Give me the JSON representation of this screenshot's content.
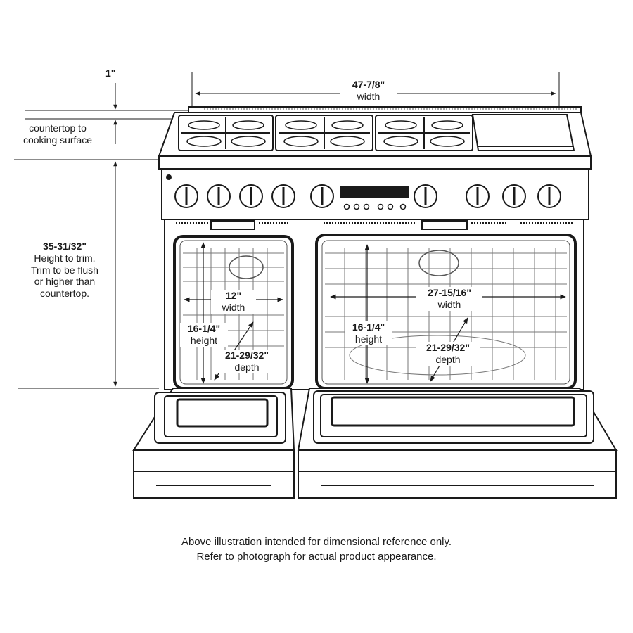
{
  "dimensions": {
    "top_clearance": "1\"",
    "overall_width": {
      "value": "47-7/8\"",
      "label": "width"
    },
    "countertop_to_cooking_surface": [
      "countertop to",
      "cooking surface"
    ],
    "height_to_trim": {
      "value": "35-31/32\"",
      "notes": [
        "Height to trim.",
        "Trim to be flush",
        "or higher than",
        "countertop."
      ]
    },
    "small_oven": {
      "width": {
        "value": "12\"",
        "label": "width"
      },
      "height": {
        "value": "16-1/4\"",
        "label": "height"
      },
      "depth": {
        "value": "21-29/32\"",
        "label": "depth"
      }
    },
    "large_oven": {
      "width": {
        "value": "27-15/16\"",
        "label": "width"
      },
      "height": {
        "value": "16-1/4\"",
        "label": "height"
      },
      "depth": {
        "value": "21-29/32\"",
        "label": "depth"
      }
    }
  },
  "caption": [
    "Above illustration intended for dimensional reference only.",
    "Refer to photograph for actual product appearance."
  ],
  "colors": {
    "line": "#1a1a1a",
    "fill": "#ffffff",
    "detail": "#555555"
  }
}
